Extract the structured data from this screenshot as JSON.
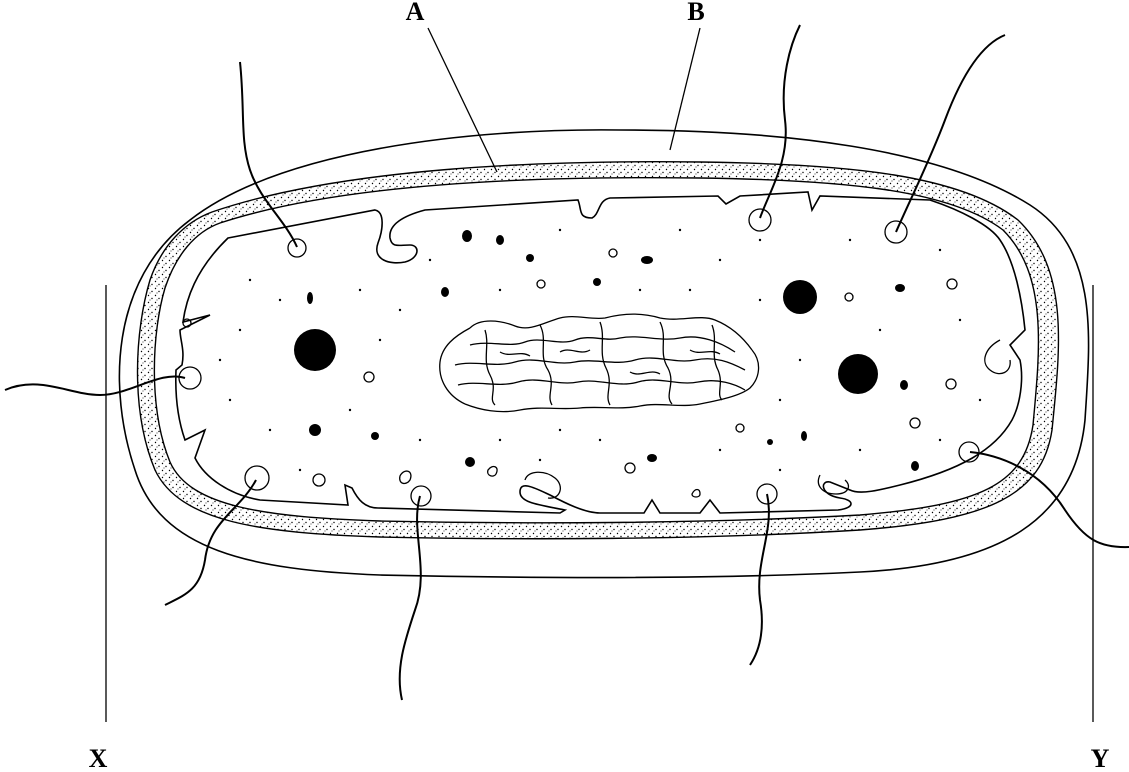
{
  "diagram": {
    "labels": {
      "a": "A",
      "b": "B",
      "x": "X",
      "y": "Y"
    },
    "colors": {
      "ink": "#000000",
      "background": "#ffffff"
    }
  }
}
